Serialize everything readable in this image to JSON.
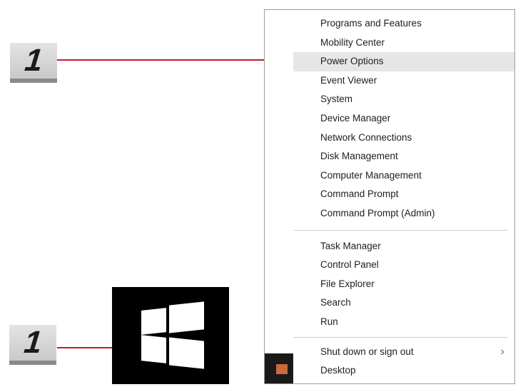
{
  "badges": {
    "top": "1",
    "bottom": "1"
  },
  "menu": {
    "groups": [
      {
        "items": [
          {
            "label": "Programs and Features"
          },
          {
            "label": "Mobility Center"
          },
          {
            "label": "Power Options",
            "highlighted": true
          },
          {
            "label": "Event Viewer"
          },
          {
            "label": "System"
          },
          {
            "label": "Device Manager"
          },
          {
            "label": "Network Connections"
          },
          {
            "label": "Disk Management"
          },
          {
            "label": "Computer Management"
          },
          {
            "label": "Command Prompt"
          },
          {
            "label": "Command Prompt (Admin)"
          }
        ]
      },
      {
        "items": [
          {
            "label": "Task Manager"
          },
          {
            "label": "Control Panel"
          },
          {
            "label": "File Explorer"
          },
          {
            "label": "Search"
          },
          {
            "label": "Run"
          }
        ]
      },
      {
        "items": [
          {
            "label": "Shut down or sign out",
            "submenu": true
          },
          {
            "label": "Desktop"
          }
        ]
      }
    ]
  },
  "icons": {
    "start": "windows-logo-icon",
    "submenu": "chevron-right-icon"
  },
  "colors": {
    "callout": "#c41a2a",
    "highlight": "#e6e6e6",
    "start_bg": "#000000"
  }
}
